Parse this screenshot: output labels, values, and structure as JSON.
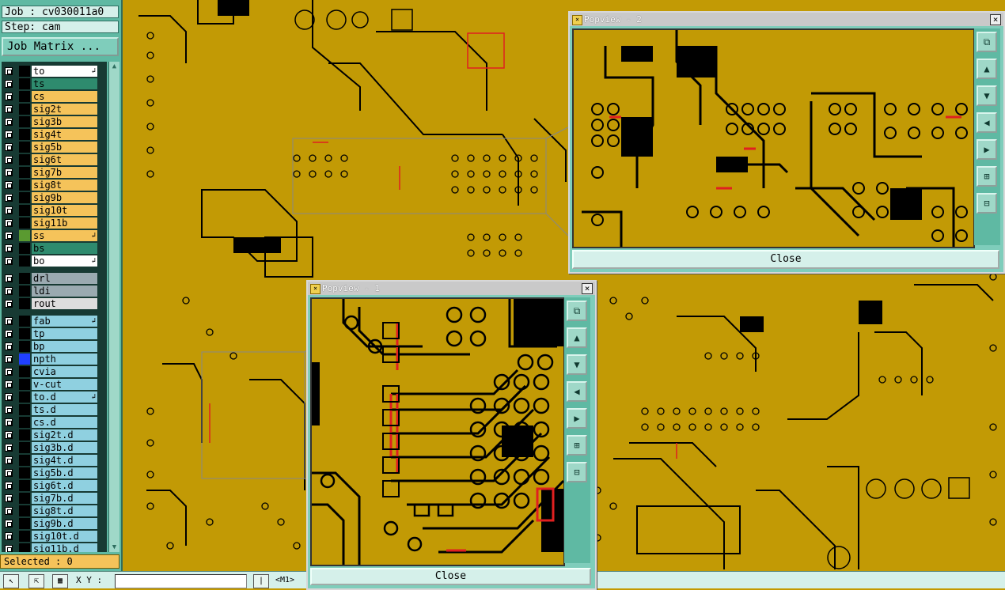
{
  "job": {
    "label": "Job : cv030011a0"
  },
  "step": {
    "label": "Step: cam"
  },
  "job_matrix_button": "Job Matrix ...",
  "layers": [
    {
      "name": "to",
      "bg": "#ffffff",
      "color": "#000000",
      "mark": "↲"
    },
    {
      "name": "ts",
      "bg": "#2e8b6e",
      "color": "#000000",
      "mark": ""
    },
    {
      "name": "cs",
      "bg": "#f5c35a",
      "color": "#000000",
      "mark": ""
    },
    {
      "name": "sig2t",
      "bg": "#f5c35a",
      "color": "#000000",
      "mark": ""
    },
    {
      "name": "sig3b",
      "bg": "#f5c35a",
      "color": "#000000",
      "mark": ""
    },
    {
      "name": "sig4t",
      "bg": "#f5c35a",
      "color": "#000000",
      "mark": ""
    },
    {
      "name": "sig5b",
      "bg": "#f5c35a",
      "color": "#000000",
      "mark": ""
    },
    {
      "name": "sig6t",
      "bg": "#f5c35a",
      "color": "#000000",
      "mark": ""
    },
    {
      "name": "sig7b",
      "bg": "#f5c35a",
      "color": "#000000",
      "mark": ""
    },
    {
      "name": "sig8t",
      "bg": "#f5c35a",
      "color": "#000000",
      "mark": ""
    },
    {
      "name": "sig9b",
      "bg": "#f5c35a",
      "color": "#000000",
      "mark": ""
    },
    {
      "name": "sig10t",
      "bg": "#f5c35a",
      "color": "#000000",
      "mark": ""
    },
    {
      "name": "sig11b",
      "bg": "#f5c35a",
      "color": "#000000",
      "mark": ""
    },
    {
      "name": "ss",
      "bg": "#f5c35a",
      "color": "#5a9a30",
      "mark": "↲"
    },
    {
      "name": "bs",
      "bg": "#2e8b6e",
      "color": "#000000",
      "mark": ""
    },
    {
      "name": "bo",
      "bg": "#ffffff",
      "color": "#000000",
      "mark": "↲"
    },
    {
      "name": "drl",
      "bg": "#9aaab0",
      "color": "#000000",
      "mark": ""
    },
    {
      "name": "ldi",
      "bg": "#9aaab0",
      "color": "#000000",
      "mark": ""
    },
    {
      "name": "rout",
      "bg": "#dddddd",
      "color": "#000000",
      "mark": ""
    },
    {
      "name": "fab",
      "bg": "#8fd0e0",
      "color": "#000000",
      "mark": "↲"
    },
    {
      "name": "tp",
      "bg": "#8fd0e0",
      "color": "#000000",
      "mark": ""
    },
    {
      "name": "bp",
      "bg": "#8fd0e0",
      "color": "#000000",
      "mark": ""
    },
    {
      "name": "npth",
      "bg": "#8fd0e0",
      "color": "#2040ff",
      "mark": ""
    },
    {
      "name": "cvia",
      "bg": "#8fd0e0",
      "color": "#000000",
      "mark": ""
    },
    {
      "name": "v-cut",
      "bg": "#8fd0e0",
      "color": "#000000",
      "mark": ""
    },
    {
      "name": "to.d",
      "bg": "#8fd0e0",
      "color": "#000000",
      "mark": "↲"
    },
    {
      "name": "ts.d",
      "bg": "#8fd0e0",
      "color": "#000000",
      "mark": ""
    },
    {
      "name": "cs.d",
      "bg": "#8fd0e0",
      "color": "#000000",
      "mark": ""
    },
    {
      "name": "sig2t.d",
      "bg": "#8fd0e0",
      "color": "#000000",
      "mark": ""
    },
    {
      "name": "sig3b.d",
      "bg": "#8fd0e0",
      "color": "#000000",
      "mark": ""
    },
    {
      "name": "sig4t.d",
      "bg": "#8fd0e0",
      "color": "#000000",
      "mark": ""
    },
    {
      "name": "sig5b.d",
      "bg": "#8fd0e0",
      "color": "#000000",
      "mark": ""
    },
    {
      "name": "sig6t.d",
      "bg": "#8fd0e0",
      "color": "#000000",
      "mark": ""
    },
    {
      "name": "sig7b.d",
      "bg": "#8fd0e0",
      "color": "#000000",
      "mark": ""
    },
    {
      "name": "sig8t.d",
      "bg": "#8fd0e0",
      "color": "#000000",
      "mark": ""
    },
    {
      "name": "sig9b.d",
      "bg": "#8fd0e0",
      "color": "#000000",
      "mark": ""
    },
    {
      "name": "sig10t.d",
      "bg": "#8fd0e0",
      "color": "#000000",
      "mark": ""
    },
    {
      "name": "sig11b.d",
      "bg": "#8fd0e0",
      "color": "#000000",
      "mark": ""
    }
  ],
  "selected": {
    "label": "Selected : 0"
  },
  "statusbar": {
    "xy_label": "X Y :",
    "xy_value": "",
    "mode_label": "<M1>"
  },
  "popview1": {
    "title": "Popview - 1",
    "close_label": "Close"
  },
  "popview2": {
    "title": "Popview - 2",
    "close_label": "Close"
  },
  "toolbar_icons": [
    "zoom-fit-icon",
    "pan-up-icon",
    "pan-down-icon",
    "pan-left-icon",
    "pan-right-icon",
    "zoom-in-icon",
    "zoom-out-icon"
  ],
  "colors": {
    "board": "#c29a05",
    "copper_outline": "#000000",
    "highlight": "#e02020",
    "panel": "#5fb9a3"
  }
}
